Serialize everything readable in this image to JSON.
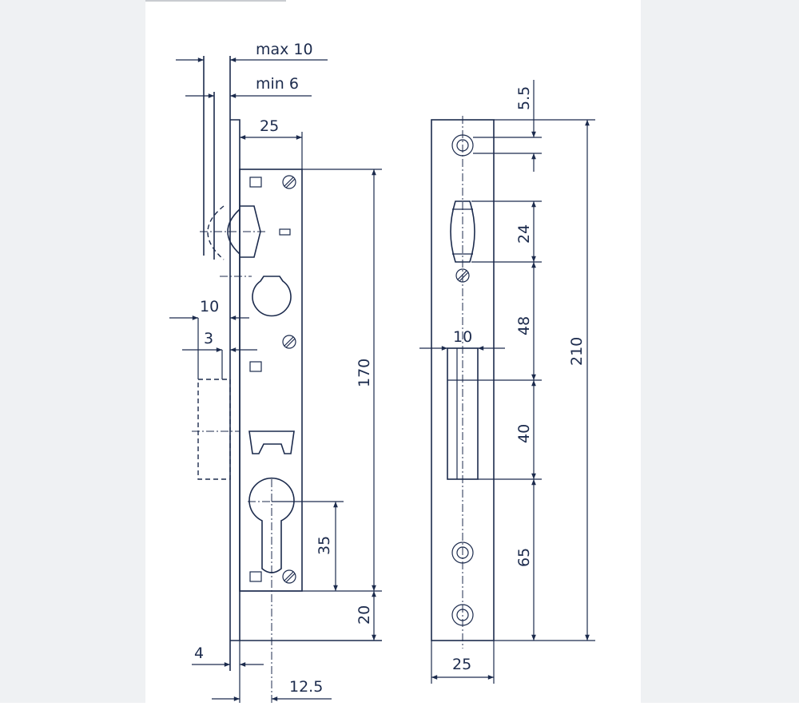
{
  "drawing": {
    "line_color": "#1c2b4d",
    "side_view": {
      "max_label": "max 10",
      "min_label": "min 6",
      "width_25": "25",
      "height_170": "170",
      "height_20": "20",
      "height_35": "35",
      "bolt_10": "10",
      "bolt_3": "3",
      "plate_4": "4",
      "offset_12_5": "12.5"
    },
    "front_view": {
      "top_5_5": "5.5",
      "latch_24": "24",
      "gap_48": "48",
      "bolt_40": "40",
      "bottom_65": "65",
      "total_210": "210",
      "slot_10": "10",
      "width_25": "25"
    }
  }
}
